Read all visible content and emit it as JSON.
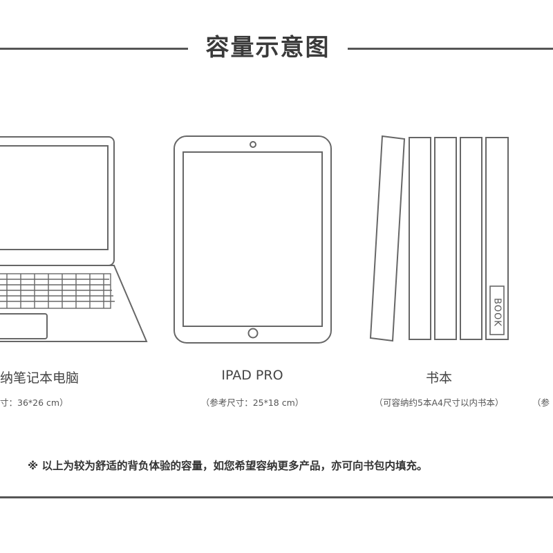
{
  "header": {
    "title": "容量示意图"
  },
  "items": [
    {
      "label": "纳笔记本电脑",
      "size": "寸：36*26 cm）"
    },
    {
      "label": "IPAD PRO",
      "size": "（参考尺寸：25*18 cm）"
    },
    {
      "label": "书本",
      "size": "（可容纳约5本A4尺寸以内书本）",
      "spine_text": "BOOK"
    },
    {
      "size": "（参"
    }
  ],
  "footer": {
    "note": "※  以上为较为舒适的背负体验的容量，如您希望容纳更多产品，亦可向书包内填充。"
  },
  "colors": {
    "line": "#555555",
    "text": "#333333",
    "background": "#ffffff"
  }
}
